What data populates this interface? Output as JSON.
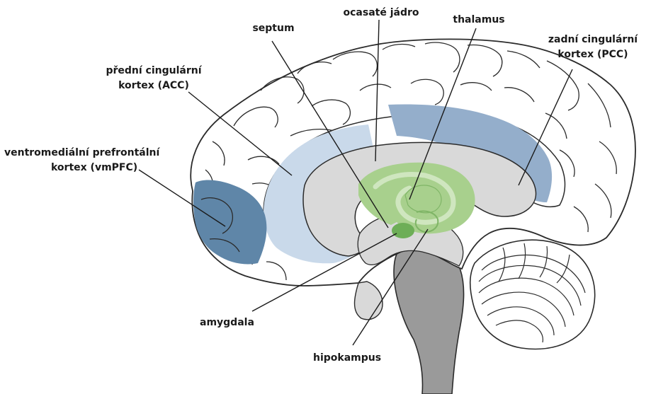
{
  "labels": {
    "septum": "septum",
    "caudate": "ocasaté jádro",
    "thalamus": "thalamus",
    "acc_line1": "přední cingulární",
    "acc_line2": "kortex (ACC)",
    "pcc_line1": "zadní cingulární",
    "pcc_line2": "kortex (PCC)",
    "vmpfc_line1": "ventromediální prefrontální",
    "vmpfc_line2": "kortex (vmPFC)",
    "amygdala": "amygdala",
    "hippocampus": "hipokampus"
  },
  "colors": {
    "outline": "#2b2b2b",
    "cortex_fill": "#ffffff",
    "inner_gray": "#d9d9d9",
    "brainstem_gray": "#9a9a9a",
    "acc_highlight": "#c9d9ea",
    "pcc_highlight": "#94aecb",
    "vmpfc_highlight": "#5f86a8",
    "limbic_green": "#a8d08d",
    "limbic_green_light": "#cfe6bf",
    "amygdala_green": "#6dae57",
    "leader_line": "#1a1a1a"
  }
}
